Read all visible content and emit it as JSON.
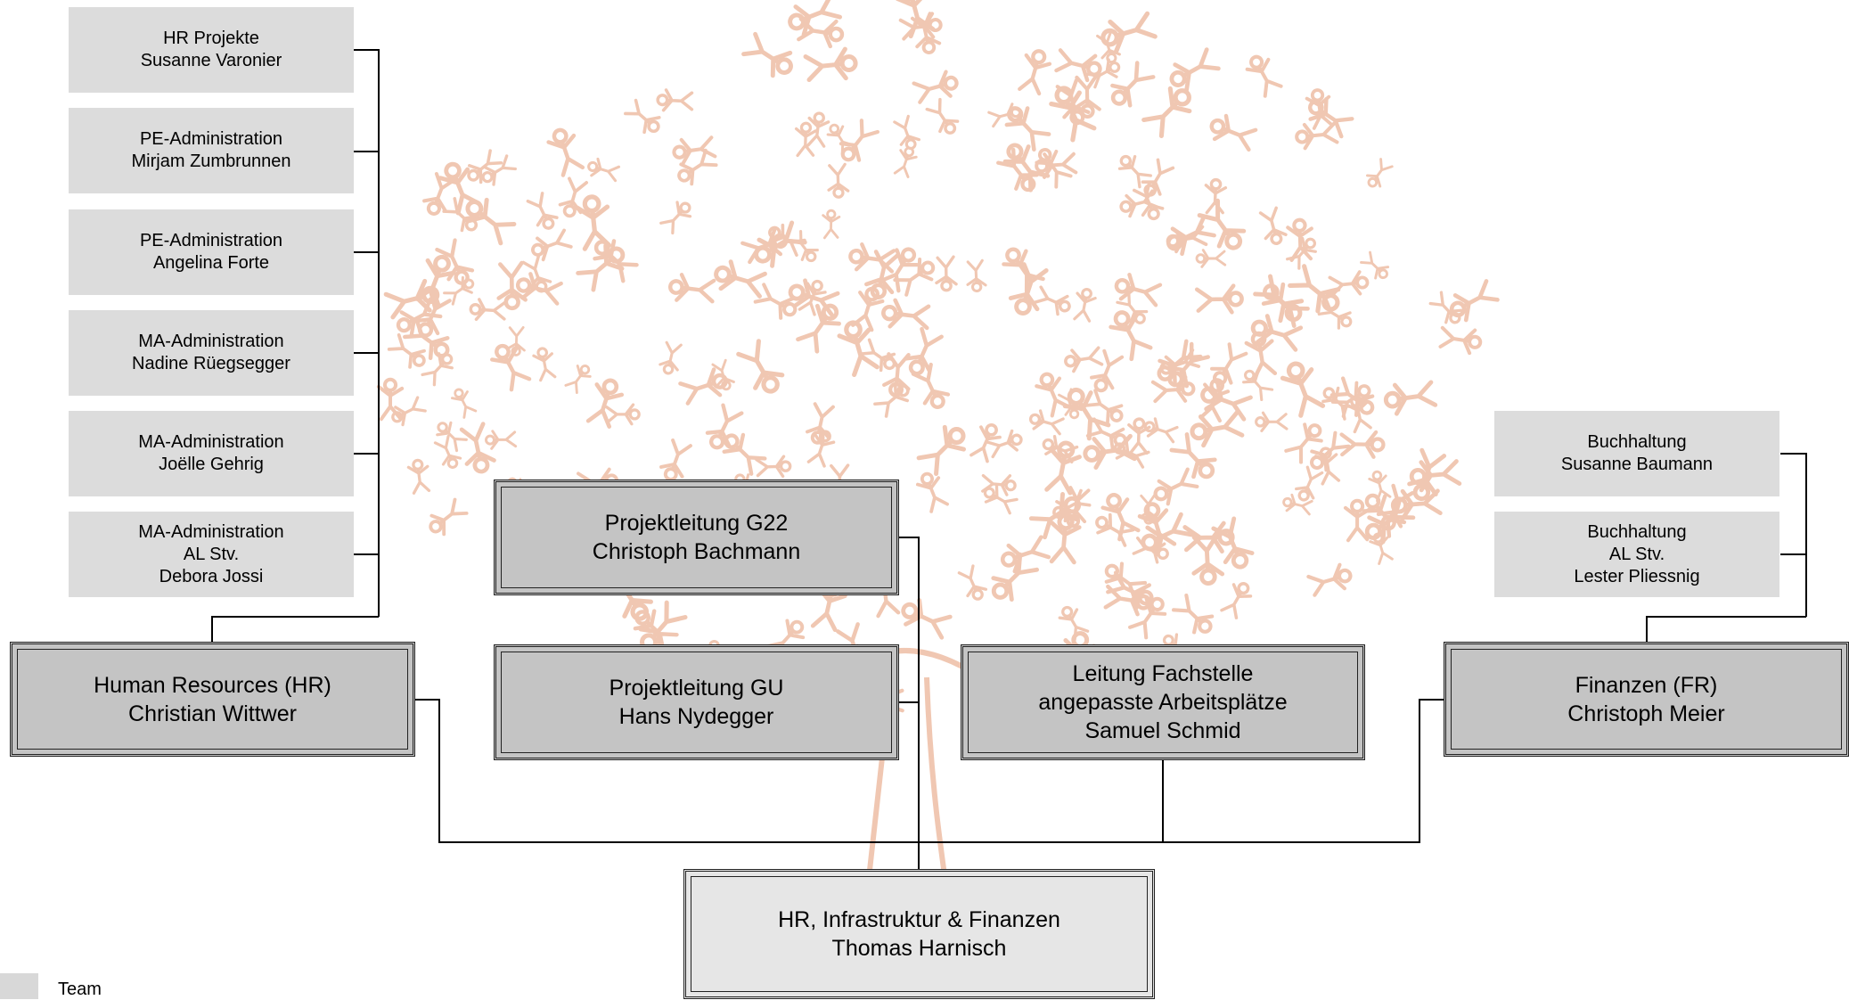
{
  "team_boxes_hr": [
    {
      "lines": [
        "HR Projekte",
        "Susanne Varonier"
      ]
    },
    {
      "lines": [
        "PE-Administration",
        "Mirjam Zumbrunnen"
      ]
    },
    {
      "lines": [
        "PE-Administration",
        "Angelina Forte"
      ]
    },
    {
      "lines": [
        "MA-Administration",
        "Nadine Rüegsegger"
      ]
    },
    {
      "lines": [
        "MA-Administration",
        "Joëlle Gehrig"
      ]
    },
    {
      "lines": [
        "MA-Administration",
        "AL Stv.",
        "Debora Jossi"
      ]
    }
  ],
  "team_boxes_fr": [
    {
      "lines": [
        "Buchhaltung",
        "Susanne Baumann"
      ]
    },
    {
      "lines": [
        "Buchhaltung",
        "AL Stv.",
        "Lester Pliessnig"
      ]
    }
  ],
  "units": {
    "hr": {
      "lines": [
        "Human Resources (HR)",
        "Christian Wittwer"
      ]
    },
    "pl_g22": {
      "lines": [
        "Projektleitung G22",
        "Christoph Bachmann"
      ]
    },
    "pl_gu": {
      "lines": [
        "Projektleitung GU",
        "Hans Nydegger"
      ]
    },
    "fachstelle": {
      "lines": [
        "Leitung Fachstelle",
        "angepasste Arbeitsplätze",
        "Samuel Schmid"
      ]
    },
    "fr": {
      "lines": [
        "Finanzen (FR)",
        "Christoph Meier"
      ]
    },
    "head": {
      "lines": [
        "HR, Infrastruktur & Finanzen",
        "Thomas Harnisch"
      ]
    }
  },
  "legend": {
    "label": "Team"
  },
  "colors": {
    "team_fill": "#dcdcdc",
    "unit_fill": "#c4c4c4",
    "head_fill": "#e6e6e6",
    "figures": "#f0c7b2",
    "connector": "#000000"
  }
}
